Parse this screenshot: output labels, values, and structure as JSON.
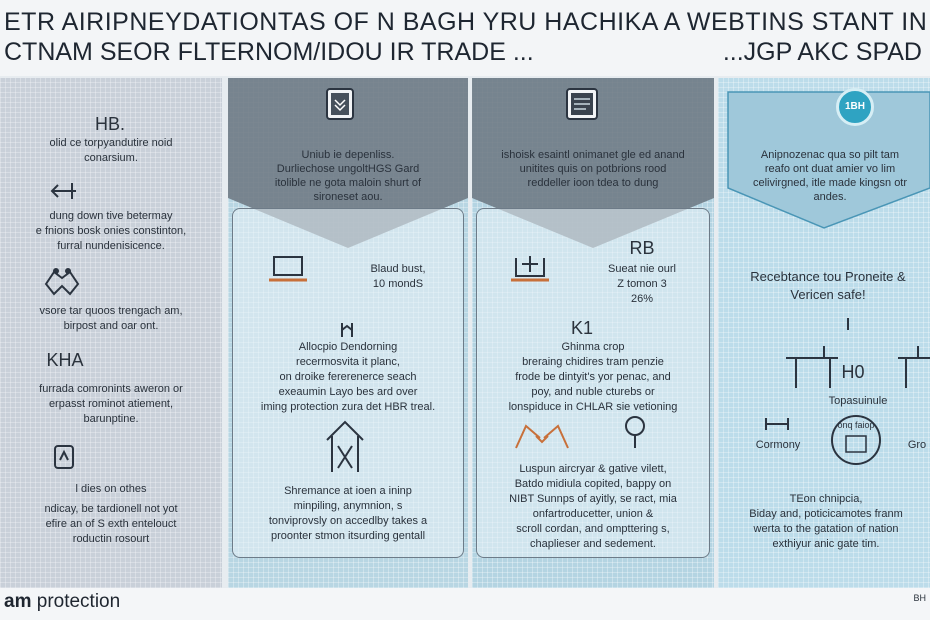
{
  "header": {
    "line1": "ETR AIRIPNEYDATIONTAS OF N BAGH YRU HACHIKA A WEBTINS STANT IN TRAID",
    "line2": "CTNAM SEOR FLTERNOM/IDOU IR TRADE ...",
    "line2_right": "...JGP AKC SPAD"
  },
  "col1": {
    "heading": "HB.",
    "text1": "olid ce torpyandutire noid\nconarsium.",
    "text2": "dung down tive betermay\ne fnions bosk onies constinton,\nfurral nundenisicence.",
    "text3": "vsore tar quoos trengach am,\nbirpost and oar ont.",
    "heading2": "KHA",
    "text4": "furrada comronints aweron or\nerpasst rominot atiement,\nbarunptine.",
    "text5": "l dies on othes",
    "text6": "ndicay, be tardionell not yot\nefire an of S exth entelouct\nroductin rosourt"
  },
  "col2": {
    "top_text": "Uniub ie depenliss.\nDurliechose ungoltHGS Gard\nitolible ne gota maloin shurt of\nsironeset aou.",
    "side_text": "Blaud bust,\n10 mondS",
    "mid_text": "Allocpio Dendorning\nrecermosvita it planc,\non droike fererenerce seach\nexeaumin Layo bes ard over\niming protection zura det HBR treal.",
    "bottom_text": "Shremance at ioen a ininp\nminpiling, anymnion, s\ntonviprovsly on accedlby takes a\nproonter stmon itsurding gentall"
  },
  "col3": {
    "top_text": "ishoisk esaintl onimanet gle ed anand\nunitites quis on potbrions rood\nreddeller ioon tdea to dung",
    "badge_text": "RB",
    "side_text": "Sueat nie ourl\nZ tomon 3\n26%",
    "heading": "K1",
    "mid_text": "Ghinma crop\nbreraing chidires tram penzie\nfrode be dintyit's yor penac, and\npoy, and nuble cturebs or\nlonspiduce in CHLAR sie vetioning",
    "bottom_text": "Luspun aircryar & gative vilett,\nBatdo midiula copited, bappy on\nNIBT Sunnps of ayitly, se ract, mia\nonfartroducetter, union &\nscroll cordan, and ompttering s,\nchaplieser and sedement."
  },
  "col4": {
    "badge": "1BH",
    "top_text": "Anipnozenac qua so pilt tam\nreafo ont duat amier vo lim\ncelivirgned, itle made kingsn otr\nandes.",
    "mid_text": "Recebtance tou Proneite &\nVericen safe!",
    "value": "H0",
    "label1": "Topasuinule",
    "label2": "Cormony",
    "label3": "onq faiop",
    "label4": "Gro",
    "bottom_text": "TEon chnipcia,\nBiday and, poticicamotes franm\nwerta to the gatation of nation\nexthiyur anic gate tim."
  },
  "footer": {
    "brand_bold": "am",
    "brand_rest": " protection",
    "corner": "BH"
  },
  "colors": {
    "accent": "#2fa3c2",
    "chevron": "#6b7580",
    "line_icon": "#2b3440",
    "orange_icon": "#c8703a"
  },
  "icons": [
    "document-icon",
    "laptop-icon",
    "tablet-icon",
    "handshake-icon",
    "arrow-icon",
    "shelter-icon",
    "pin-icon",
    "hands-icon",
    "dashboard-icon",
    "tower-icon",
    "gauge-icon"
  ]
}
